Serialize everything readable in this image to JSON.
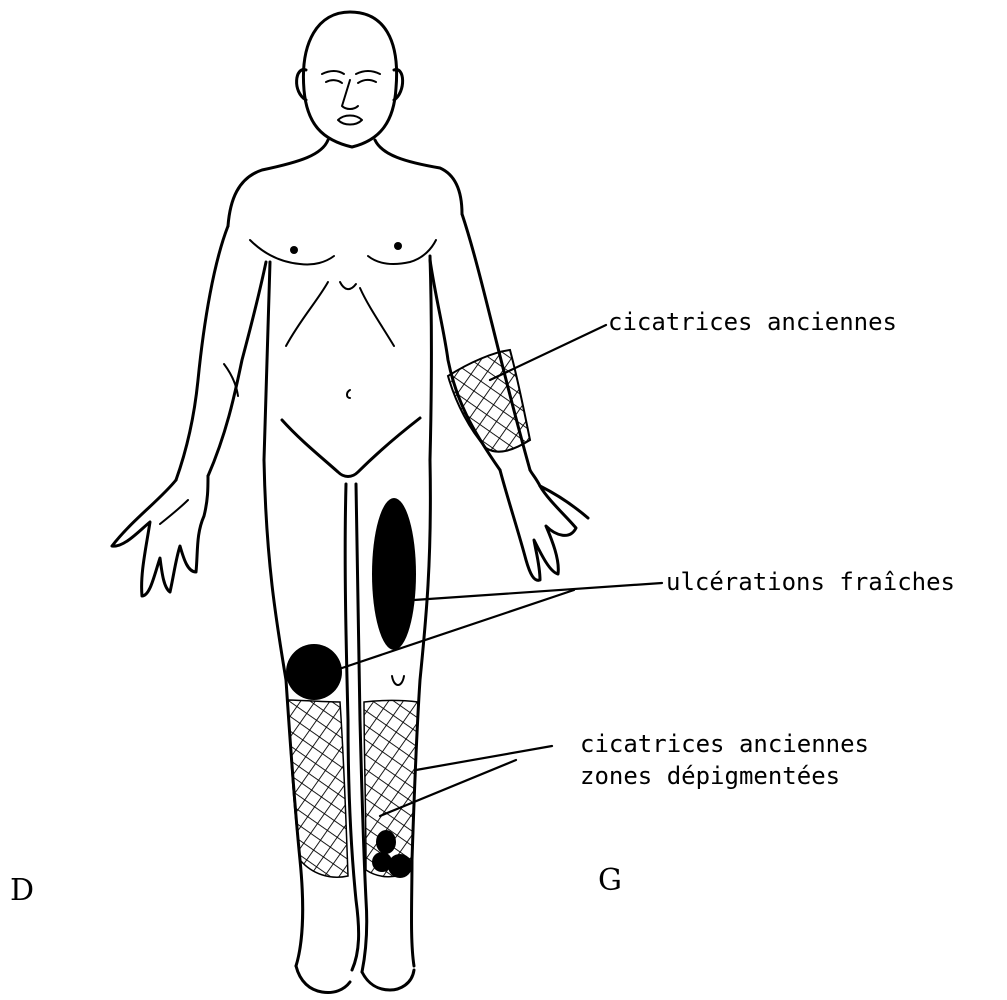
{
  "labels": {
    "scars_arm": "cicatrices anciennes",
    "ulcers": "ulcérations fraîches",
    "scars_legs_line1": "cicatrices anciennes",
    "scars_legs_line2": "zones dépigmentées"
  },
  "sides": {
    "right": "D",
    "left": "G"
  },
  "legend": {
    "scars": "hatched",
    "ulcers": "solid black",
    "ink_color": "#000000",
    "paper_color": "#ffffff"
  }
}
